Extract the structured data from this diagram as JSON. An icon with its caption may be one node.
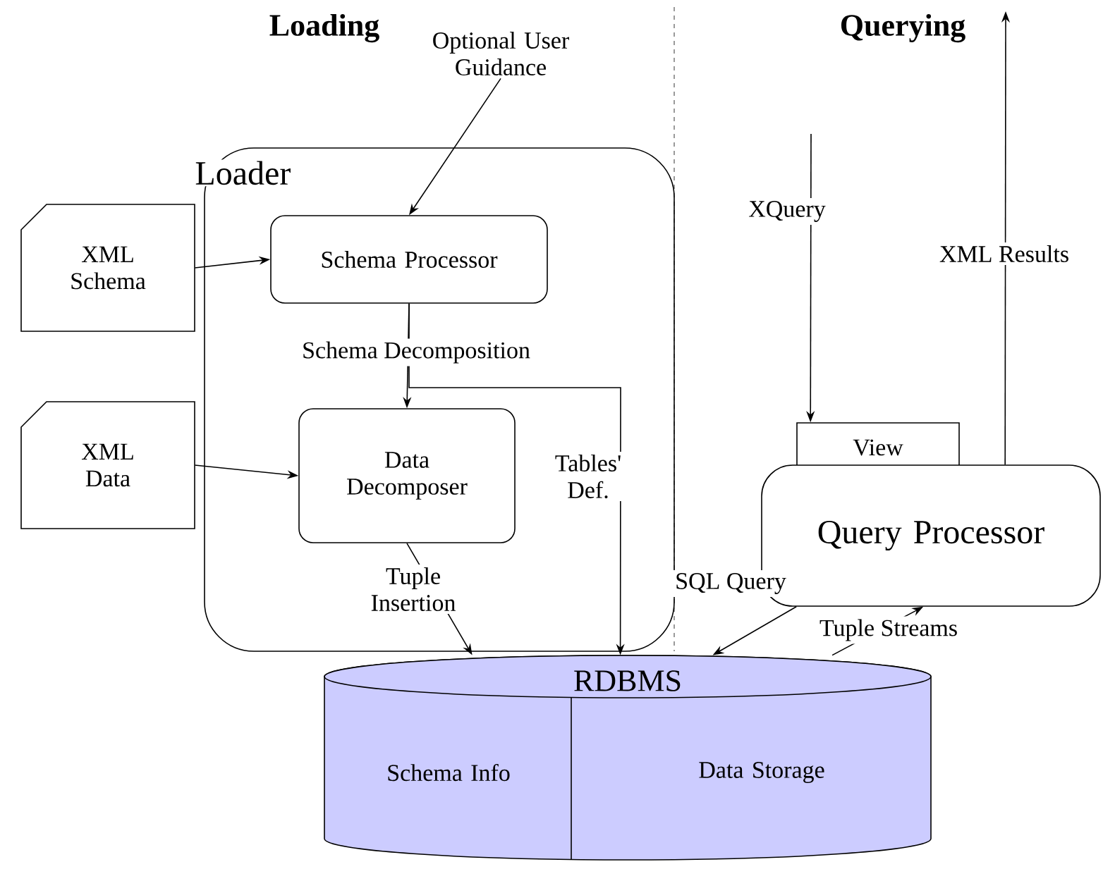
{
  "diagram": {
    "nodes": [
      {
        "text": [
          "Loader"
        ]
      },
      {
        "text": [
          "Optional User Guidance"
        ]
      },
      {
        "text": [
          "XML Schema"
        ]
      },
      {
        "text": [
          "Schema Processor"
        ],
        "in": 0
      },
      {
        "text": [
          "XML Data"
        ]
      },
      {
        "text": [
          "Data Decomposer"
        ],
        "in": 0
      },
      {
        "text": [
          "RDBMS"
        ]
      },
      {
        "text": [
          "Schema Info"
        ],
        "in": 6
      },
      {
        "text": [
          "Data Storage"
        ],
        "in": 6
      },
      {
        "text": [
          "View"
        ]
      },
      {
        "text": [
          "Query Processor"
        ]
      }
    ],
    "edges": [
      {
        "from": 1,
        "to": 3,
        "arrow": "to"
      },
      {
        "from": 2,
        "to": 3,
        "arrow": "to"
      },
      {
        "from": 4,
        "to": 5,
        "arrow": "to"
      },
      {
        "from": 3,
        "to": 5,
        "arrow": "to",
        "label": "Schema Decomposition"
      },
      {
        "from": 3,
        "to": 6,
        "arrow": "to",
        "label": "Tables' Def."
      },
      {
        "from": 5,
        "to": 6,
        "arrow": "to",
        "label": "Tuple Insertion"
      },
      {
        "from": null,
        "to": 9,
        "arrow": "to",
        "label": "XQuery"
      },
      {
        "from": 10,
        "to": null,
        "arrow": "to",
        "label": "XML Results"
      },
      {
        "from": 10,
        "to": 6,
        "arrow": "to",
        "label": "SQL Query"
      },
      {
        "from": 6,
        "to": 10,
        "arrow": "to",
        "label": "Tuple Streams"
      }
    ],
    "labels": [
      "Loading",
      "Querying"
    ]
  }
}
